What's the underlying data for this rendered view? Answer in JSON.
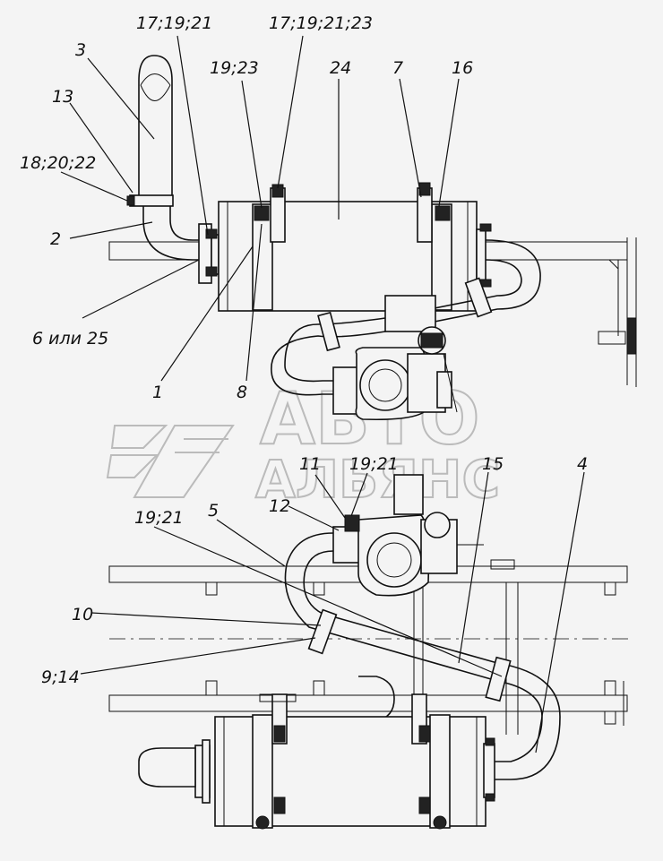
{
  "labels": {
    "l_17_19_21": "17;19;21",
    "l_17_19_21_23": "17;19;21;23",
    "l_19_23": "19;23",
    "l_24": "24",
    "l_7": "7",
    "l_16": "16",
    "l_3": "3",
    "l_13": "13",
    "l_18_20_22": "18;20;22",
    "l_2": "2",
    "l_6_25": "6 или 25",
    "l_1": "1",
    "l_8": "8",
    "l_11": "11",
    "l_19_21_a": "19;21",
    "l_15": "15",
    "l_4": "4",
    "l_12": "12",
    "l_19_21_b": "19;21",
    "l_5": "5",
    "l_10": "10",
    "l_9_14": "9;14"
  },
  "watermark": {
    "line1": "АВТО",
    "line2": "АЛЬЯНС"
  }
}
